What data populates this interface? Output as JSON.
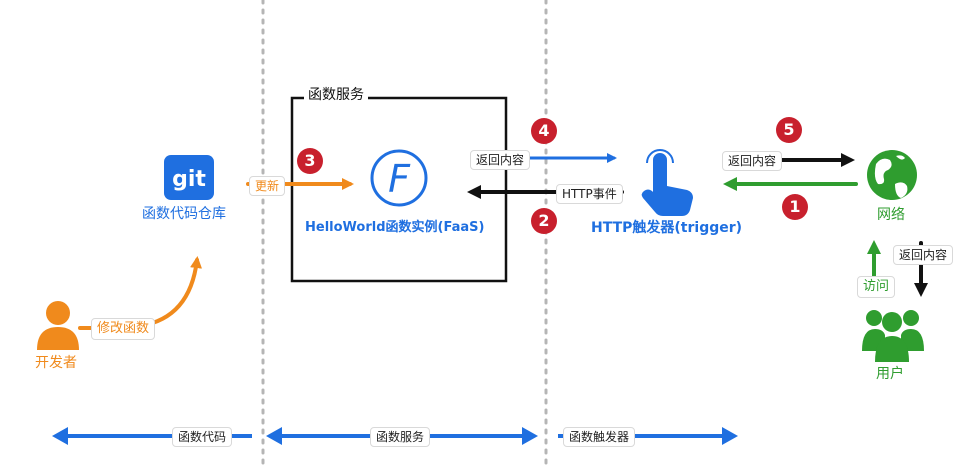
{
  "colors": {
    "blue": "#1f6fe0",
    "orange": "#f08a1c",
    "green": "#2f9d2f",
    "black": "#111111",
    "badge_red": "#c8202d",
    "divider": "#b5b5b5"
  },
  "repo": {
    "icon_text": "git",
    "label": "函数代码仓库"
  },
  "developer": {
    "label": "开发者",
    "action": "修改函数"
  },
  "service": {
    "box_title": "函数服务",
    "icon_letter": "F",
    "instance_label": "HelloWorld函数实例(FaaS)",
    "update_label": "更新"
  },
  "trigger": {
    "label": "HTTP触发器(trigger)"
  },
  "network": {
    "label": "网络"
  },
  "users": {
    "label": "用户",
    "visit": "访问",
    "return": "返回内容"
  },
  "flows": {
    "http_event": "HTTP事件",
    "return_content_1": "返回内容",
    "return_content_2": "返回内容"
  },
  "badges": {
    "b1": "1",
    "b2": "2",
    "b3": "3",
    "b4": "4",
    "b5": "5"
  },
  "footer": {
    "function_code": "函数代码",
    "function_service": "函数服务",
    "function_trigger": "函数触发器"
  }
}
